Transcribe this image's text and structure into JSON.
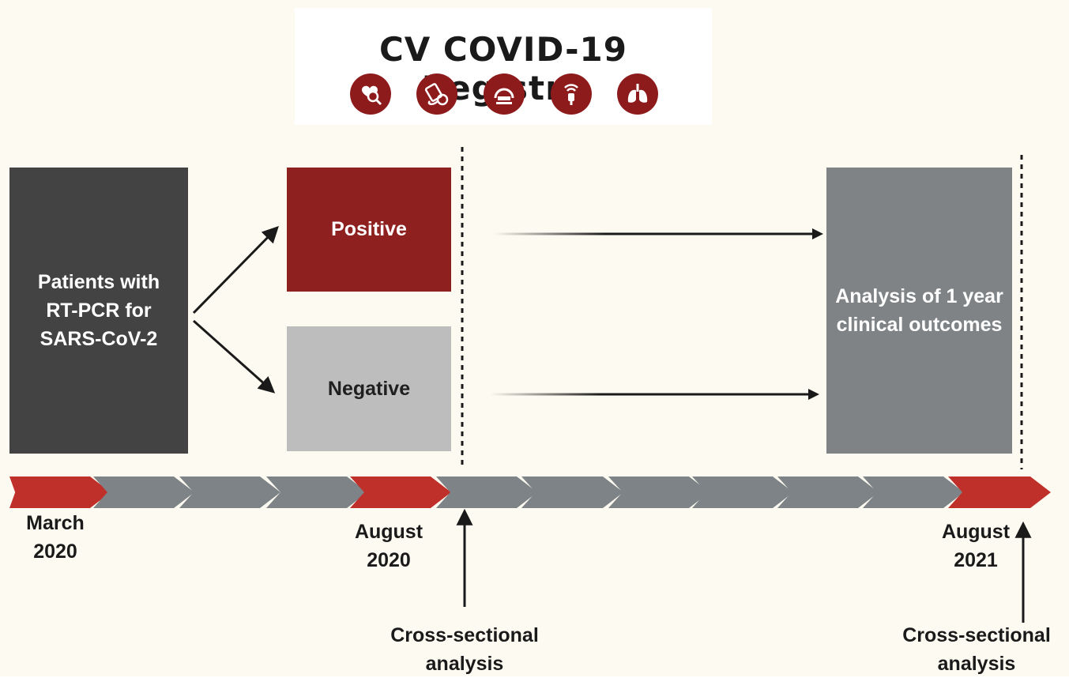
{
  "header": {
    "title": "CV COVID-19 Registry",
    "icons": [
      "stethoscope-heart-icon",
      "blood-pressure-icon",
      "ct-scanner-icon",
      "ultrasound-probe-icon",
      "lungs-icon"
    ]
  },
  "boxes": {
    "patients": "Patients with RT-PCR for SARS-CoV-2",
    "positive": "Positive",
    "negative": "Negative",
    "outcomes": "Analysis of 1 year clinical outcomes"
  },
  "timeline": {
    "start": "March 2020",
    "mid": "August 2020",
    "end": "August 2021"
  },
  "annotations": {
    "cross_sectional_1": "Cross-sectional analysis",
    "cross_sectional_2": "Cross-sectional analysis"
  },
  "colors": {
    "dark_box": "#434343",
    "positive": "#8e201f",
    "negative": "#bdbdbd",
    "outcomes": "#7f8386",
    "chevron_red": "#c0302b",
    "chevron_grey": "#7d8387",
    "background": "#fdfbf1"
  }
}
